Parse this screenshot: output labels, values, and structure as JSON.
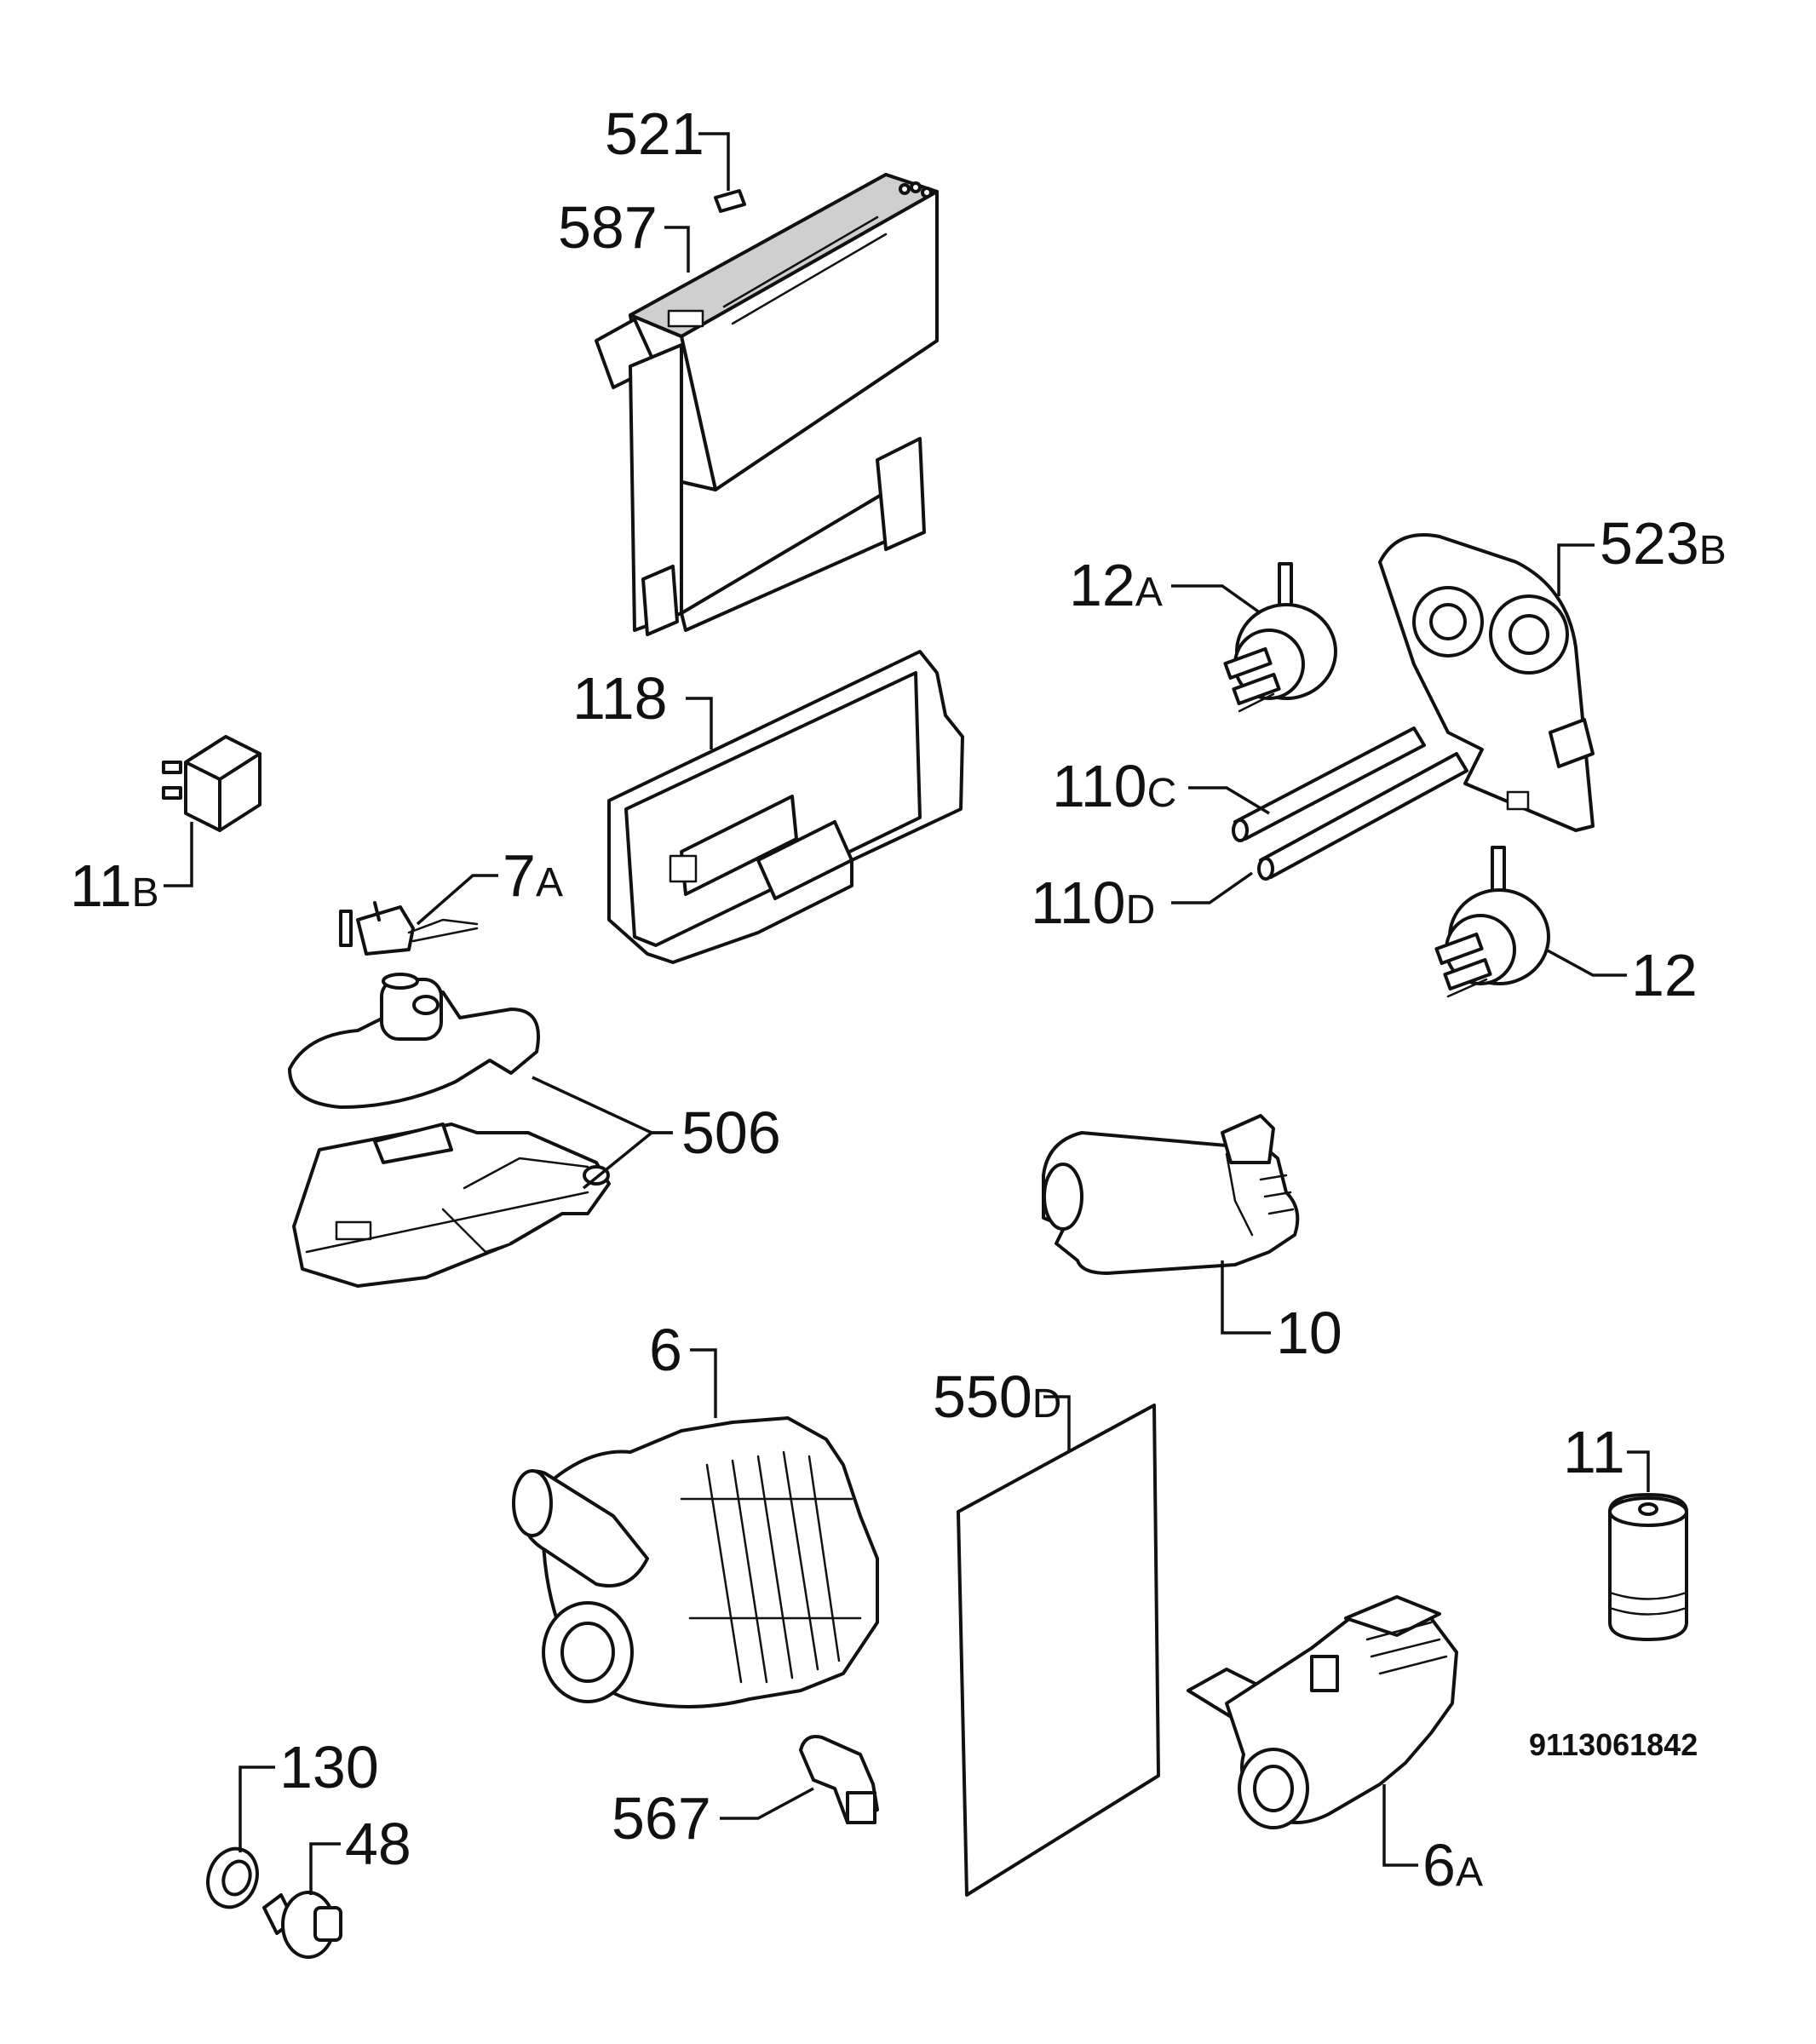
{
  "document_code": "9113061842",
  "parts": [
    {
      "id": "p521",
      "number": "521",
      "suffix": ""
    },
    {
      "id": "p587",
      "number": "587",
      "suffix": ""
    },
    {
      "id": "p523b",
      "number": "523",
      "suffix": "B"
    },
    {
      "id": "p12a",
      "number": "12",
      "suffix": "A"
    },
    {
      "id": "p118",
      "number": "118",
      "suffix": ""
    },
    {
      "id": "p110c",
      "number": "110",
      "suffix": "C"
    },
    {
      "id": "p110d",
      "number": "110",
      "suffix": "D"
    },
    {
      "id": "p11b",
      "number": "11",
      "suffix": "B"
    },
    {
      "id": "p7a",
      "number": "7",
      "suffix": "A"
    },
    {
      "id": "p12",
      "number": "12",
      "suffix": ""
    },
    {
      "id": "p506",
      "number": "506",
      "suffix": ""
    },
    {
      "id": "p10",
      "number": "10",
      "suffix": ""
    },
    {
      "id": "p6",
      "number": "6",
      "suffix": ""
    },
    {
      "id": "p550d",
      "number": "550",
      "suffix": "D"
    },
    {
      "id": "p11",
      "number": "11",
      "suffix": ""
    },
    {
      "id": "p130",
      "number": "130",
      "suffix": ""
    },
    {
      "id": "p48",
      "number": "48",
      "suffix": ""
    },
    {
      "id": "p567",
      "number": "567",
      "suffix": ""
    },
    {
      "id": "p6a",
      "number": "6",
      "suffix": "A"
    }
  ]
}
